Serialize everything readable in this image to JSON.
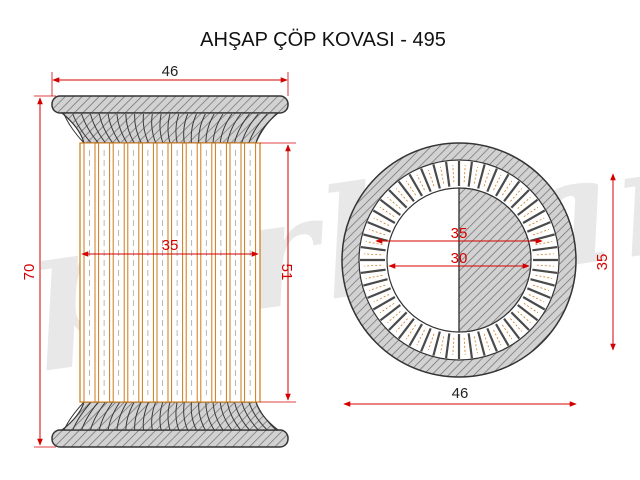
{
  "title": "AHŞAP ÇÖP KOVASI - 495",
  "watermark": "parksan",
  "colors": {
    "dimension": "#d40000",
    "slat_outline": "#cc7a1a",
    "hatch_fill": "#bdbdbd",
    "outline": "#333333"
  },
  "side_view": {
    "top_width": "46",
    "height": "70",
    "inner_width": "35",
    "body_height": "51"
  },
  "top_view": {
    "outer_diameter": "46",
    "ring_diameter": "35",
    "inner_diameter": "30",
    "height": "35"
  }
}
